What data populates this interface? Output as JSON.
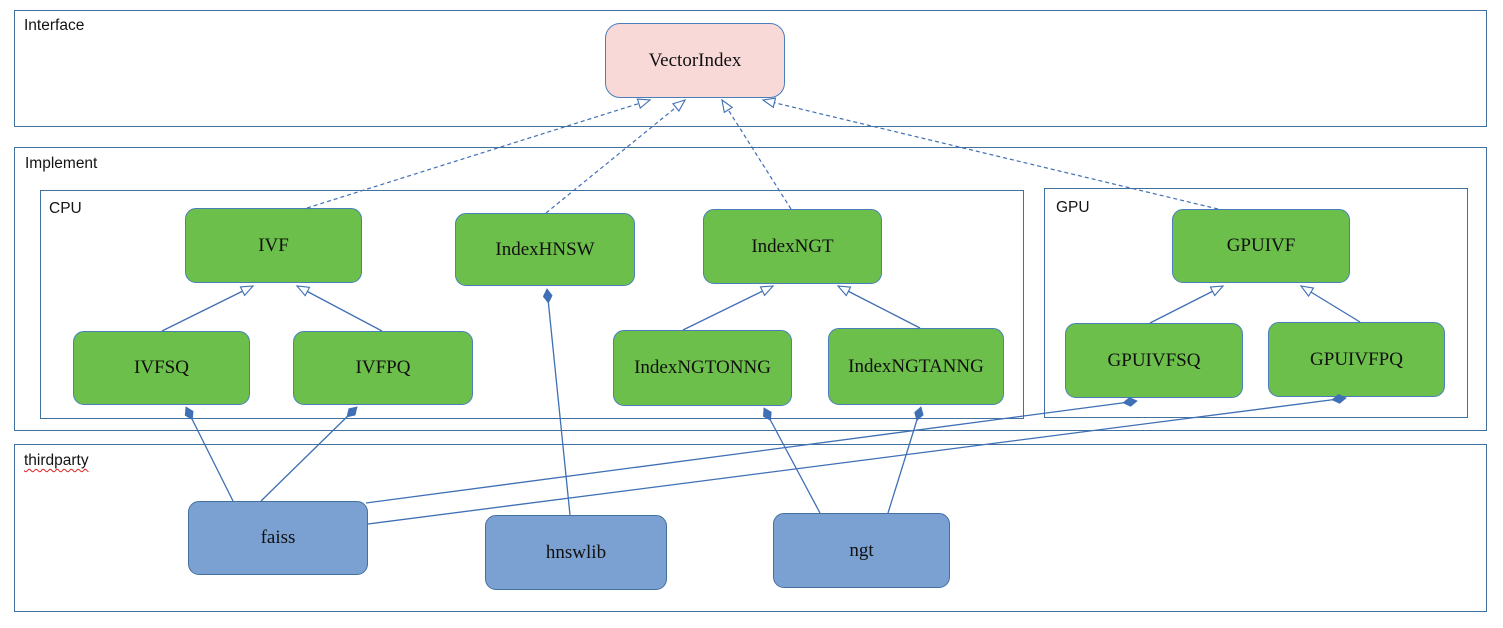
{
  "diagram": {
    "groups": {
      "interface": {
        "label": "Interface"
      },
      "implement": {
        "label": "Implement"
      },
      "cpu": {
        "label": "CPU"
      },
      "gpu": {
        "label": "GPU"
      },
      "thirdparty": {
        "label": "thirdparty"
      }
    },
    "nodes": {
      "vectorindex": {
        "label": "VectorIndex",
        "kind": "interface"
      },
      "ivf": {
        "label": "IVF",
        "kind": "class"
      },
      "indexhnsw": {
        "label": "IndexHNSW",
        "kind": "class"
      },
      "indexngt": {
        "label": "IndexNGT",
        "kind": "class"
      },
      "gpuivf": {
        "label": "GPUIVF",
        "kind": "class"
      },
      "ivfsq": {
        "label": "IVFSQ",
        "kind": "class"
      },
      "ivfpq": {
        "label": "IVFPQ",
        "kind": "class"
      },
      "indexngtonng": {
        "label": "IndexNGTONNG",
        "kind": "class"
      },
      "indexngtanng": {
        "label": "IndexNGTANNG",
        "kind": "class"
      },
      "gpuivfsq": {
        "label": "GPUIVFSQ",
        "kind": "class"
      },
      "gpuivfpq": {
        "label": "GPUIVFPQ",
        "kind": "class"
      },
      "faiss": {
        "label": "faiss",
        "kind": "library"
      },
      "hnswlib": {
        "label": "hnswlib",
        "kind": "library"
      },
      "ngt": {
        "label": "ngt",
        "kind": "library"
      }
    },
    "relationships": [
      {
        "from": "IVF",
        "to": "VectorIndex",
        "type": "realization"
      },
      {
        "from": "IndexHNSW",
        "to": "VectorIndex",
        "type": "realization"
      },
      {
        "from": "IndexNGT",
        "to": "VectorIndex",
        "type": "realization"
      },
      {
        "from": "GPUIVF",
        "to": "VectorIndex",
        "type": "realization"
      },
      {
        "from": "IVFSQ",
        "to": "IVF",
        "type": "generalization"
      },
      {
        "from": "IVFPQ",
        "to": "IVF",
        "type": "generalization"
      },
      {
        "from": "IndexNGTONNG",
        "to": "IndexNGT",
        "type": "generalization"
      },
      {
        "from": "IndexNGTANNG",
        "to": "IndexNGT",
        "type": "generalization"
      },
      {
        "from": "GPUIVFSQ",
        "to": "GPUIVF",
        "type": "generalization"
      },
      {
        "from": "GPUIVFPQ",
        "to": "GPUIVF",
        "type": "generalization"
      },
      {
        "from": "faiss",
        "to": "IVFSQ",
        "type": "composition"
      },
      {
        "from": "faiss",
        "to": "IVFPQ",
        "type": "composition"
      },
      {
        "from": "faiss",
        "to": "GPUIVFSQ",
        "type": "composition"
      },
      {
        "from": "faiss",
        "to": "GPUIVFPQ",
        "type": "composition"
      },
      {
        "from": "hnswlib",
        "to": "IndexHNSW",
        "type": "composition"
      },
      {
        "from": "ngt",
        "to": "IndexNGTONNG",
        "type": "composition"
      },
      {
        "from": "ngt",
        "to": "IndexNGTANNG",
        "type": "composition"
      }
    ],
    "colors": {
      "class_node_fill": "#6cbf4a",
      "library_node_fill": "#7ba0d2",
      "interface_node_fill": "#f8d9d7",
      "node_border": "#4a7ebb",
      "container_border": "#41719c",
      "connector": "#3f6fb5",
      "spellcheck_underline": "#d22222"
    }
  }
}
